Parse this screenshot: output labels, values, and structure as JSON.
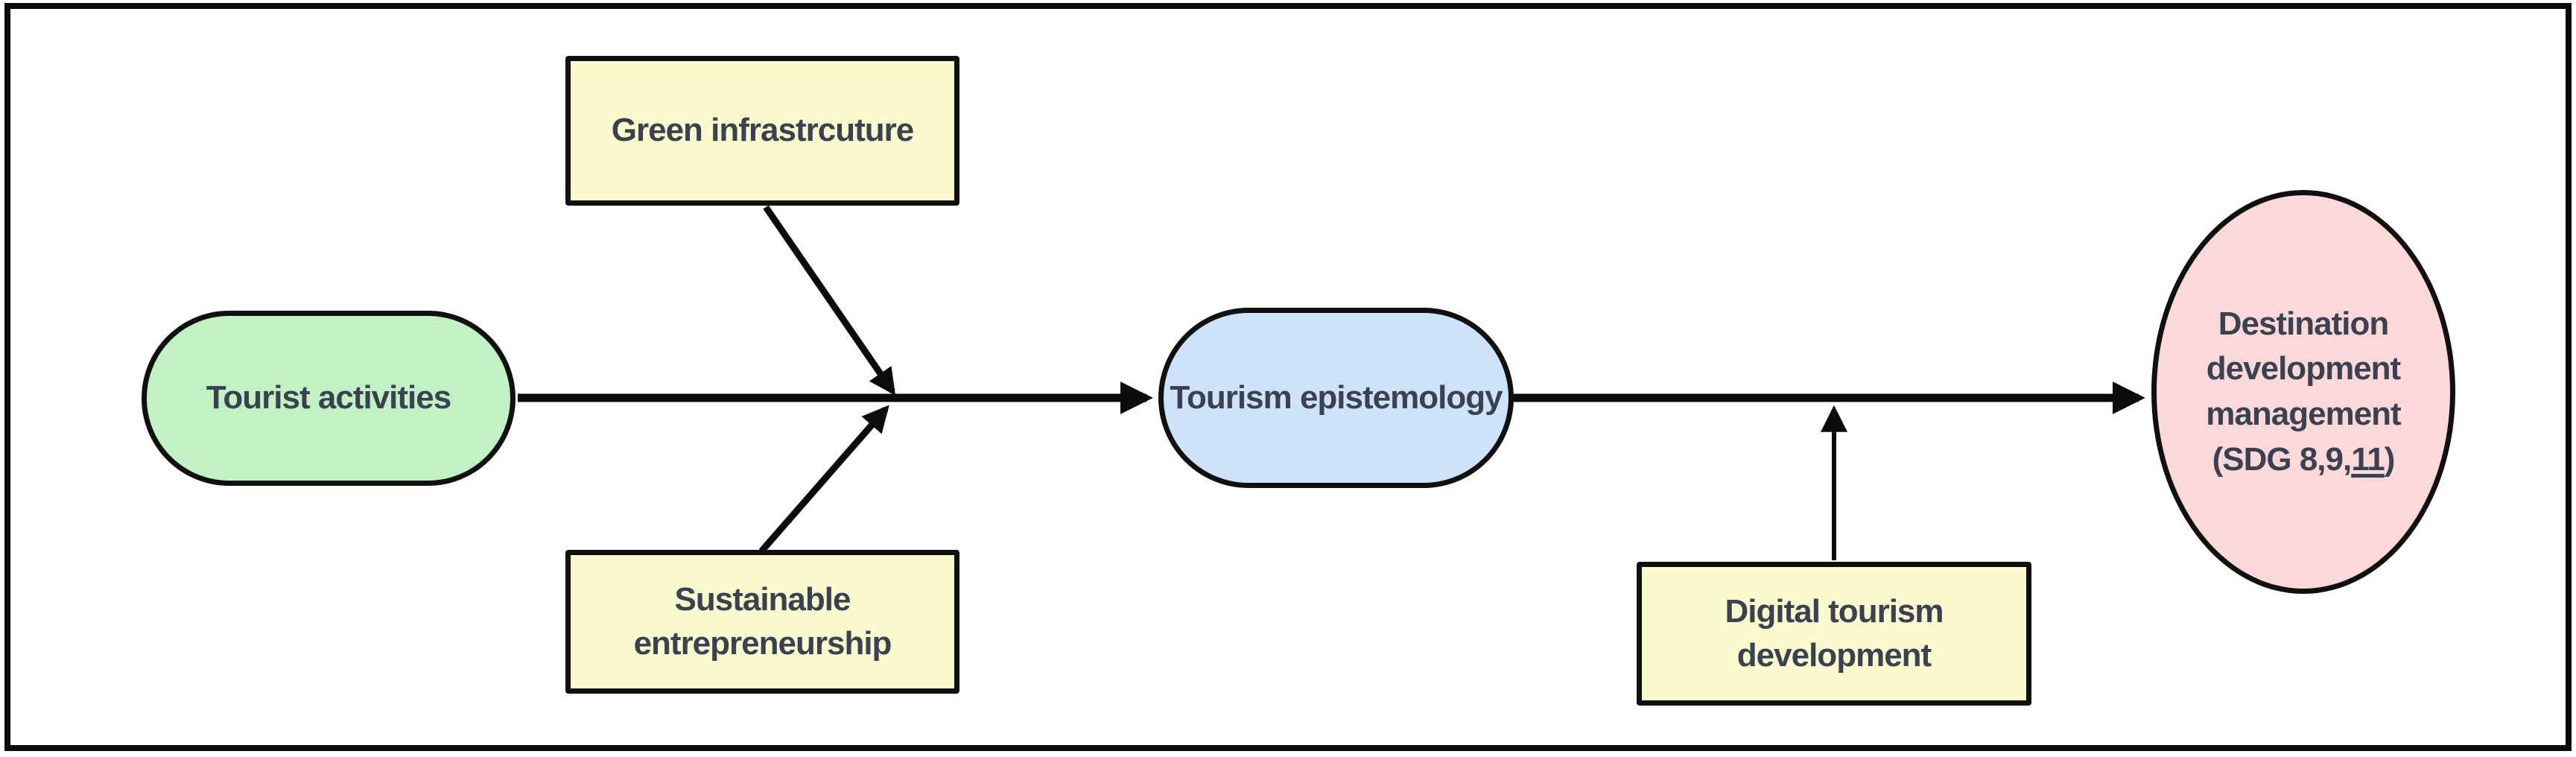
{
  "diagram": {
    "frame": {
      "border_color": "#0b0b0b",
      "background": "#ffffff"
    },
    "colors": {
      "node_green": "#c3f1c6",
      "node_yellow": "#fbf9ce",
      "node_blue": "#cfe2fc",
      "node_pink": "#fdd8d8",
      "line": "#0b0b0b",
      "text": "#3a4150"
    },
    "nodes": [
      {
        "id": "tourist-activities",
        "shape": "stadium",
        "fill": "#c3f1c6",
        "lines": [
          "Tourist activities"
        ]
      },
      {
        "id": "green-infrastructure",
        "shape": "rectangle",
        "fill": "#fbf9ce",
        "lines": [
          "Green infrastrcuture"
        ]
      },
      {
        "id": "sustainable-entrepreneurship",
        "shape": "rectangle",
        "fill": "#fbf9ce",
        "lines": [
          "Sustainable",
          "entrepreneurship"
        ]
      },
      {
        "id": "tourism-epistemology",
        "shape": "stadium",
        "fill": "#cfe2fc",
        "lines": [
          "Tourism epistemology"
        ]
      },
      {
        "id": "digital-tourism-development",
        "shape": "rectangle",
        "fill": "#fbf9ce",
        "lines": [
          "Digital tourism",
          "development"
        ]
      },
      {
        "id": "destination-development-management",
        "shape": "ellipse",
        "fill": "#fdd8d8",
        "lines": [
          "Destination",
          "development",
          "management"
        ],
        "sdg": {
          "prefix": "(SDG 8,9,",
          "underlined": "11",
          "suffix": ")"
        }
      }
    ],
    "edges": [
      {
        "from": "tourist-activities",
        "to": "tourism-epistemology",
        "style": "arrow"
      },
      {
        "from": "green-infrastructure",
        "to": "junction-on-main-arrow",
        "style": "arrow"
      },
      {
        "from": "sustainable-entrepreneurship",
        "to": "junction-on-main-arrow",
        "style": "arrow"
      },
      {
        "from": "tourism-epistemology",
        "to": "destination-development-management",
        "style": "arrow"
      },
      {
        "from": "digital-tourism-development",
        "to": "arrow-to-destination",
        "style": "arrow"
      }
    ]
  }
}
